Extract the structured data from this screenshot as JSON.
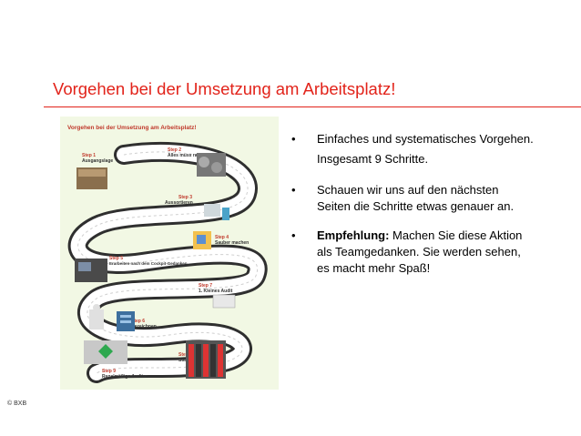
{
  "slide": {
    "title": "Vorgehen bei der Umsetzung am Arbeitsplatz!",
    "accent_color": "#e2231a",
    "copyright": "© BXB"
  },
  "board": {
    "heading": "Vorgehen bei der Umsetzung am Arbeitsplatz!",
    "steps": [
      {
        "num": "Step 1",
        "label": "Ausgangslage"
      },
      {
        "num": "Step 2",
        "label": "Alles muss raus"
      },
      {
        "num": "Step 3",
        "label": "Aussortieren"
      },
      {
        "num": "Step 4",
        "label": "Sauber machen"
      },
      {
        "num": "Step 5",
        "label": "Erarbeiten nach dem Cockpit-Gedanken"
      },
      {
        "num": "Step 6",
        "label": "Bezeichnen"
      },
      {
        "num": "Step 7",
        "label": "1. Kleines Audit"
      },
      {
        "num": "Step 8",
        "label": "Standards schaffen"
      },
      {
        "num": "Step 9",
        "label": "Regelmäßige Audits"
      }
    ]
  },
  "bullets": {
    "marker": "•",
    "item1": "Einfaches und systematisches Vorgehen. Insgesamt 9 Schritte.",
    "item2": "Schauen wir uns auf den nächsten Seiten die Schritte etwas genauer an.",
    "item3_bold": "Empfehlung:",
    "item3_rest": " Machen Sie diese Aktion als Teamgedanken. Sie werden sehen, es macht mehr Spaß!"
  }
}
